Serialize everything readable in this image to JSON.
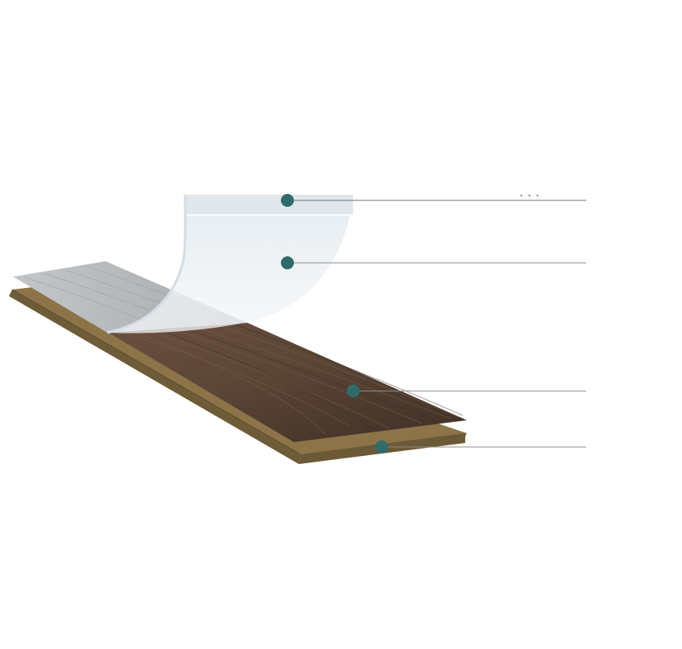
{
  "diagram": {
    "colors": {
      "background": "#ffffff",
      "marker": "#2f6b6b",
      "leader_line": "#8c8c8c",
      "top_leader_line": "#6f6f6f",
      "core_top": "#8c7448",
      "core_side": "#6e5b38",
      "core_edge": "#5c4b2e",
      "veneer_dark": "#4f3c30",
      "veneer_mid": "#6b5040",
      "veneer_light": "#7a5c46",
      "peeled_veneer": "#b3b6b8",
      "peeled_veneer_grain": "#9ea2a5",
      "wear_layer": "#eef3f6",
      "wear_layer_top": "#dfe6ec"
    },
    "callouts": [
      {
        "name": "wear-layer-top-callout"
      },
      {
        "name": "wear-layer-callout"
      },
      {
        "name": "decor-layer-callout"
      },
      {
        "name": "core-layer-callout"
      }
    ]
  }
}
